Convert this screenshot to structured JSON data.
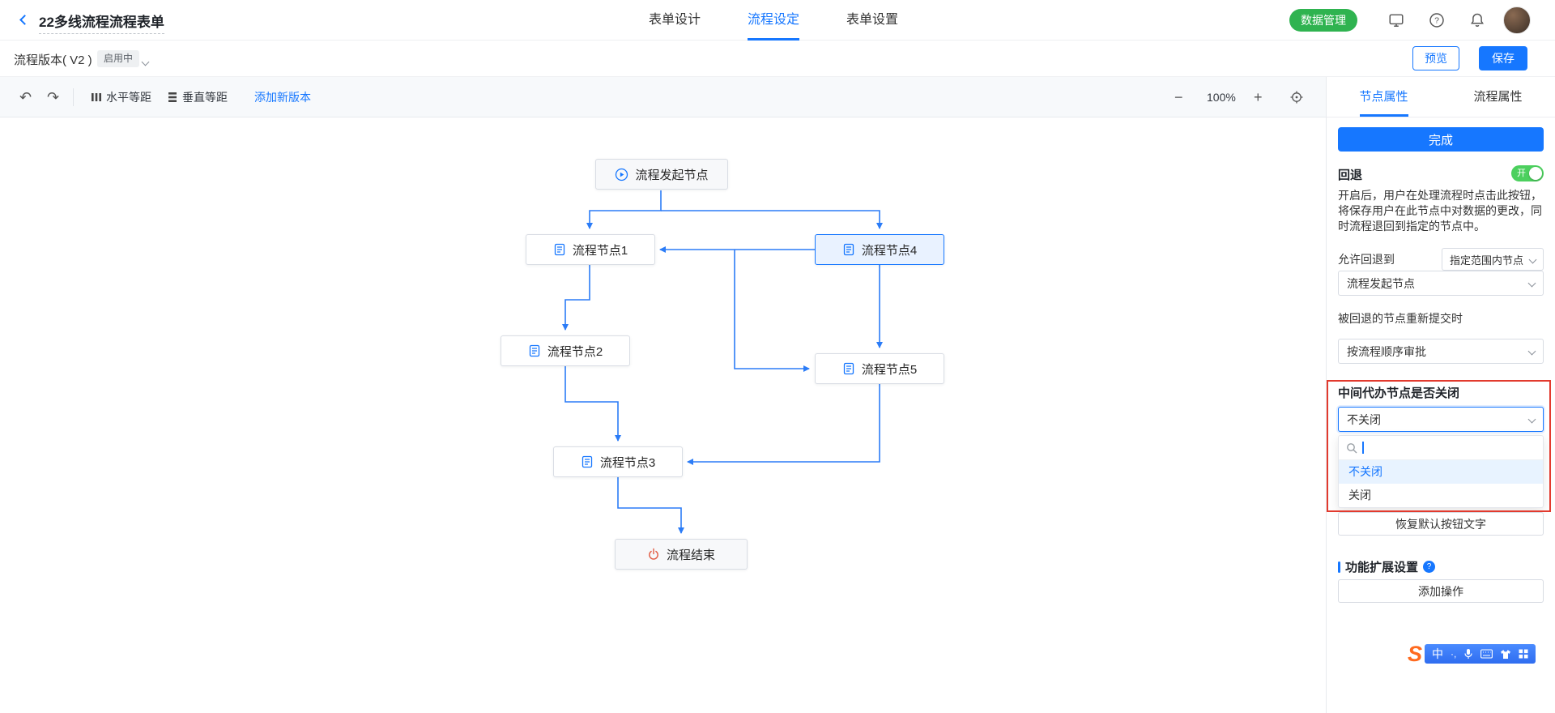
{
  "colors": {
    "accent": "#1677ff",
    "line": "#2b7cf7",
    "green": "#2fb350",
    "toggle": "#4cd05e",
    "annotation": "#e23a2e",
    "end-icon": "#e25c43"
  },
  "header": {
    "title": "22多线流程流程表单",
    "tabs": [
      {
        "label": "表单设计",
        "active": false
      },
      {
        "label": "流程设定",
        "active": true
      },
      {
        "label": "表单设置",
        "active": false
      }
    ],
    "data_manage_button": "数据管理",
    "icons": [
      "client-icon",
      "help-icon",
      "bell-icon",
      "avatar"
    ]
  },
  "version_bar": {
    "version_label": "流程版本( V2 )",
    "status_badge": "启用中",
    "preview_button": "预览",
    "save_button": "保存"
  },
  "toolbar": {
    "undo_icon": "↶",
    "redo_icon": "↷",
    "horizontal_equal": "水平等距",
    "vertical_equal": "垂直等距",
    "add_new_version": "添加新版本",
    "zoom_out": "−",
    "zoom_level": "100%",
    "zoom_in": "+"
  },
  "flow": {
    "nodes": [
      {
        "label": "流程发起节点",
        "icon": "play-circle",
        "type": "start"
      },
      {
        "label": "流程节点1",
        "icon": "form"
      },
      {
        "label": "流程节点4",
        "icon": "form",
        "selected": true
      },
      {
        "label": "流程节点2",
        "icon": "form"
      },
      {
        "label": "流程节点5",
        "icon": "form"
      },
      {
        "label": "流程节点3",
        "icon": "form"
      },
      {
        "label": "流程结束",
        "icon": "power",
        "type": "end"
      }
    ],
    "connections": [
      {
        "from": "流程发起节点",
        "to": "流程节点1"
      },
      {
        "from": "流程发起节点",
        "to": "流程节点4"
      },
      {
        "from": "流程节点1",
        "to": "流程节点2"
      },
      {
        "from": "流程节点2",
        "to": "流程节点3"
      },
      {
        "from": "流程节点4",
        "to": "流程节点1"
      },
      {
        "from": "流程节点4",
        "to": "流程节点5"
      },
      {
        "from": "流程节点4",
        "to": "流程节点5",
        "route": "side"
      },
      {
        "from": "流程节点5",
        "to": "流程节点3"
      },
      {
        "from": "流程节点3",
        "to": "流程结束"
      }
    ]
  },
  "panel": {
    "tabs": [
      {
        "label": "节点属性",
        "active": true
      },
      {
        "label": "流程属性",
        "active": false
      }
    ],
    "complete_button": "完成",
    "rollback": {
      "title": "回退",
      "toggle_state": "开",
      "description": "开启后，用户在处理流程时点击此按钮，将保存用户在此节点中对数据的更改，同时流程退回到指定的节点中。",
      "allow_label": "允许回退到",
      "range_value": "指定范围内节点",
      "target_node_value": "流程发起节点",
      "resubmit_label": "被回退的节点重新提交时",
      "resubmit_value": "按流程顺序审批"
    },
    "middle_todo": {
      "label": "中间代办节点是否关闭",
      "value": "不关闭",
      "options": [
        {
          "label": "不关闭",
          "selected": true
        },
        {
          "label": "关闭",
          "selected": false
        }
      ]
    },
    "restore_button": "恢复默认按钮文字",
    "extension_title": "功能扩展设置",
    "add_action_button": "添加操作"
  },
  "ime": {
    "logo": "S",
    "mode": "中"
  }
}
